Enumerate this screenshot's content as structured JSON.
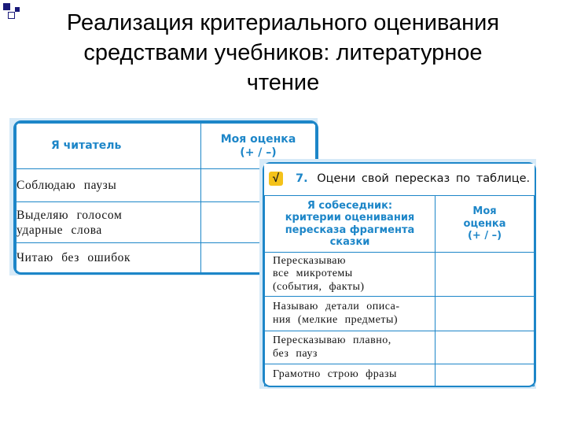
{
  "title": {
    "line1": "Реализация критериального оценивания",
    "line2": "средствами учебников: литературное",
    "line3": "чтение"
  },
  "table1": {
    "header_left": "Я читатель",
    "header_right_line1": "Моя оценка",
    "header_right_line2": "(+ / –)",
    "rows": [
      {
        "line1": "Соблюдаю паузы",
        "line2": ""
      },
      {
        "line1": "Выделяю голосом",
        "line2": "ударные слова"
      },
      {
        "line1": "Читаю без ошибок",
        "line2": ""
      }
    ]
  },
  "table2": {
    "check_symbol": "√",
    "task_number": "7.",
    "task_text": "Оцени свой пересказ по таблице.",
    "header_left": [
      "Я собеседник:",
      "критерии оценивания",
      "пересказа фрагмента",
      "сказки"
    ],
    "header_right": [
      "Моя",
      "оценка",
      "(+ / –)"
    ],
    "rows": [
      [
        "Пересказываю",
        "все микротемы",
        "(события, факты)"
      ],
      [
        "Называю детали описа-",
        "ния (мелкие предметы)"
      ],
      [
        "Пересказываю плавно,",
        "без пауз"
      ],
      [
        "Грамотно строю фразы"
      ]
    ]
  }
}
